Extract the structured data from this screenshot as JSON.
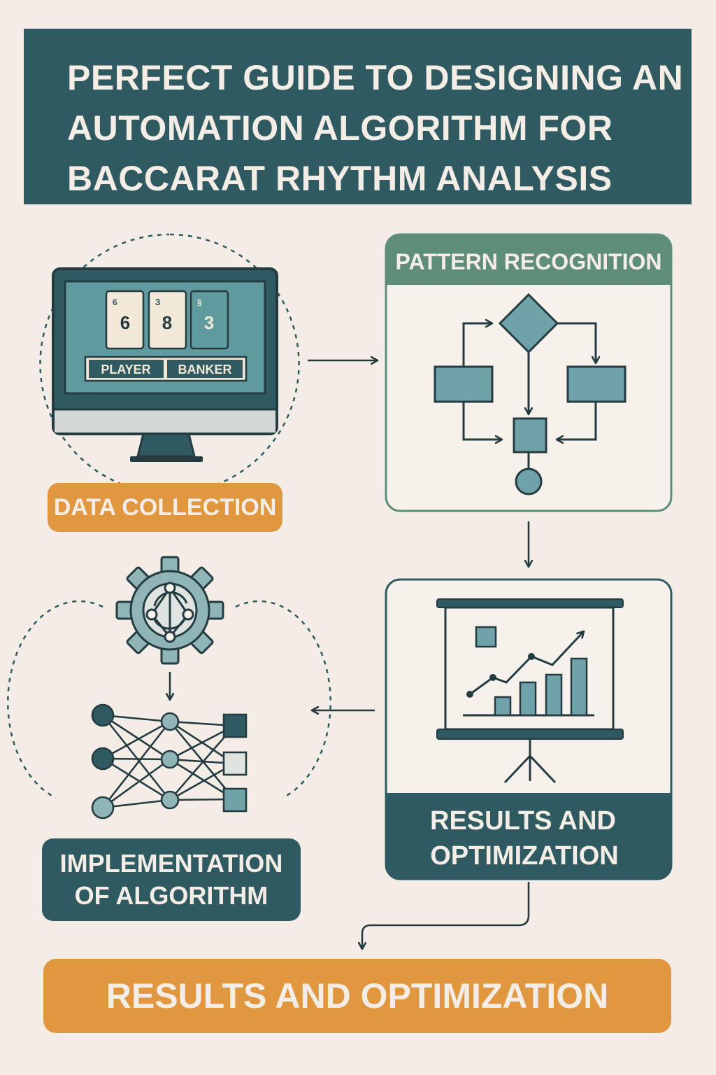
{
  "title": {
    "lines": [
      "PERFECT GUIDE TO DESIGNING AN",
      "AUTOMATION ALGORITHM FOR",
      "BACCARAT RHYTHM ANALYSIS"
    ]
  },
  "monitor": {
    "cards": [
      {
        "value": "6",
        "corner": "6"
      },
      {
        "value": "8",
        "corner": "3"
      },
      {
        "value": "3",
        "corner": "§"
      }
    ],
    "player_label": "PLAYER",
    "banker_label": "BANKER"
  },
  "steps": {
    "data_collection": "DATA COLLECTION",
    "pattern_recognition": "PATTERN RECOGNITION",
    "results_panel": [
      "RESULTS AND",
      "OPTIMIZATION"
    ],
    "implementation": [
      "IMPLEMENTATION",
      "OF ALGORITHM"
    ],
    "final": "RESULTS AND OPTIMIZATION"
  },
  "colors": {
    "dark_teal": "#2f5a62",
    "teal": "#6fa3a9",
    "light_teal": "#8fb5b7",
    "sage_green": "#5f8e78",
    "orange": "#e1973f",
    "background": "#f4ede6",
    "outline": "#253b42"
  },
  "icons": [
    "monitor-icon",
    "flowchart-icon",
    "presentation-chart-icon",
    "gear-network-icon",
    "neural-network-icon"
  ]
}
